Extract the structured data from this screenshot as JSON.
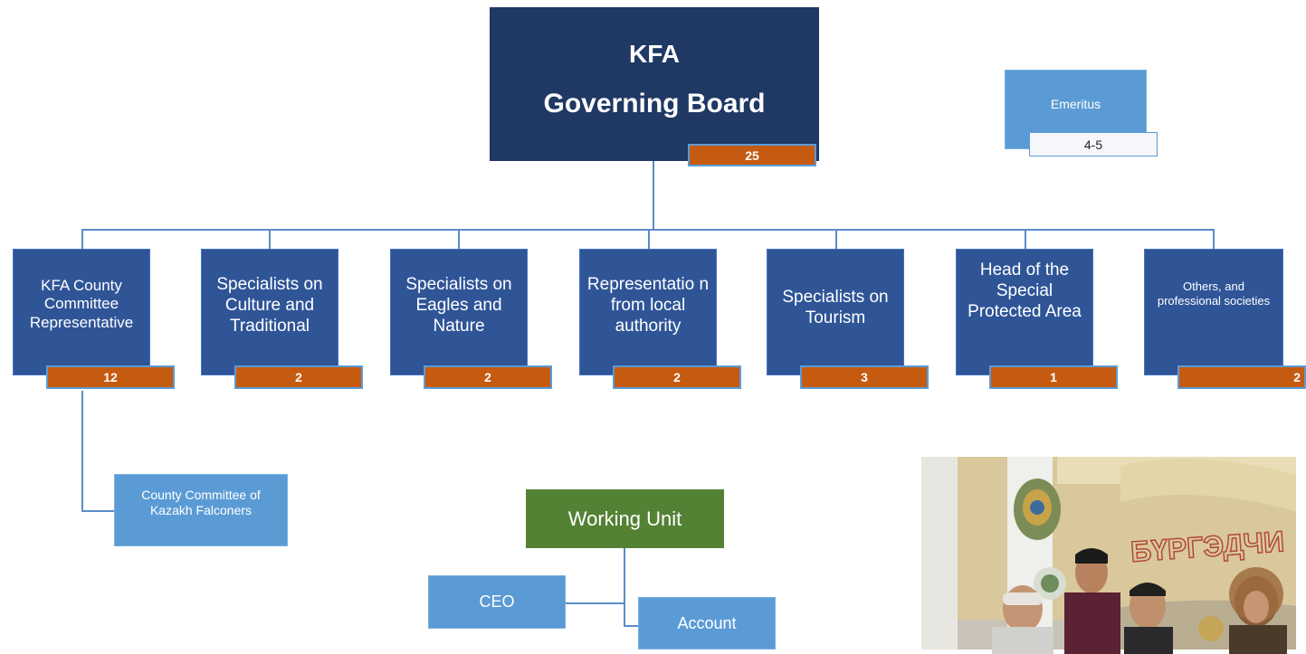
{
  "board": {
    "line1": "KFA",
    "line2": "Governing Board",
    "count": "25"
  },
  "emeritus": {
    "label": "Emeritus",
    "count": "4-5"
  },
  "members": [
    {
      "label": "KFA County Committee Representative",
      "count": "12"
    },
    {
      "label": "Specialists on Culture and Traditional",
      "count": "2"
    },
    {
      "label": "Specialists on Eagles and Nature",
      "count": "2"
    },
    {
      "label": "Representatio n from local authority",
      "count": "2"
    },
    {
      "label": "Specialists on Tourism",
      "count": "3"
    },
    {
      "label": "Head of the Special Protected Area",
      "count": "1"
    },
    {
      "label": "Others, and professional societies",
      "count": "2"
    }
  ],
  "county_committee": {
    "label": "County Committee of Kazakh Falconers"
  },
  "working_unit": {
    "label": "Working Unit"
  },
  "ceo": {
    "label": "CEO"
  },
  "account": {
    "label": "Account"
  },
  "photo": {
    "banner_text": "БҮРГЭДЧИ"
  },
  "colors": {
    "board": "#1f3864",
    "member_box": "#2f5597",
    "light_box": "#5b9bd5",
    "count_badge": "#c55a11",
    "working_unit": "#548235",
    "connector": "#5b8cc7"
  }
}
